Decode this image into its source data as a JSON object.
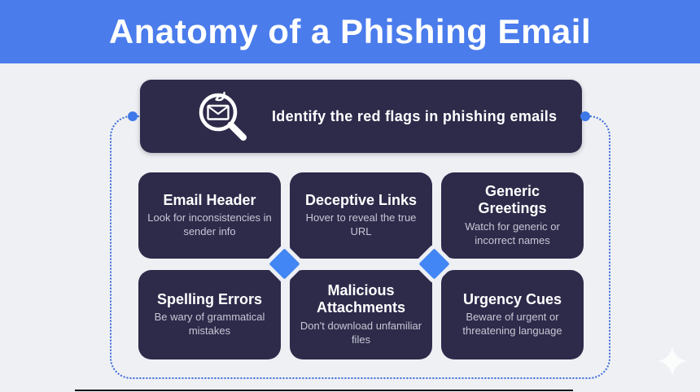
{
  "page": {
    "title": "Anatomy of a Phishing Email"
  },
  "banner": {
    "icon": "magnifier-envelope-hook-icon",
    "text": "Identify the red flags in phishing emails"
  },
  "cards": [
    {
      "title": "Email Header",
      "description": "Look for inconsistencies in sender info"
    },
    {
      "title": "Deceptive Links",
      "description": "Hover to reveal the true URL"
    },
    {
      "title": "Generic Greetings",
      "description": "Watch for generic or incorrect names"
    },
    {
      "title": "Spelling Errors",
      "description": "Be wary of grammatical mistakes"
    },
    {
      "title": "Malicious Attachments",
      "description": "Don't download unfamiliar files"
    },
    {
      "title": "Urgency Cues",
      "description": "Beware of urgent or threatening language"
    }
  ],
  "colors": {
    "header_bg": "#4A7CEC",
    "page_bg": "#EEF0F4",
    "card_bg": "#2D2A4A",
    "diamond": "#4285F4",
    "dotted_border": "#3C6BD9",
    "title_text": "#FFFFFF",
    "card_subtitle": "#C6C8D4"
  }
}
